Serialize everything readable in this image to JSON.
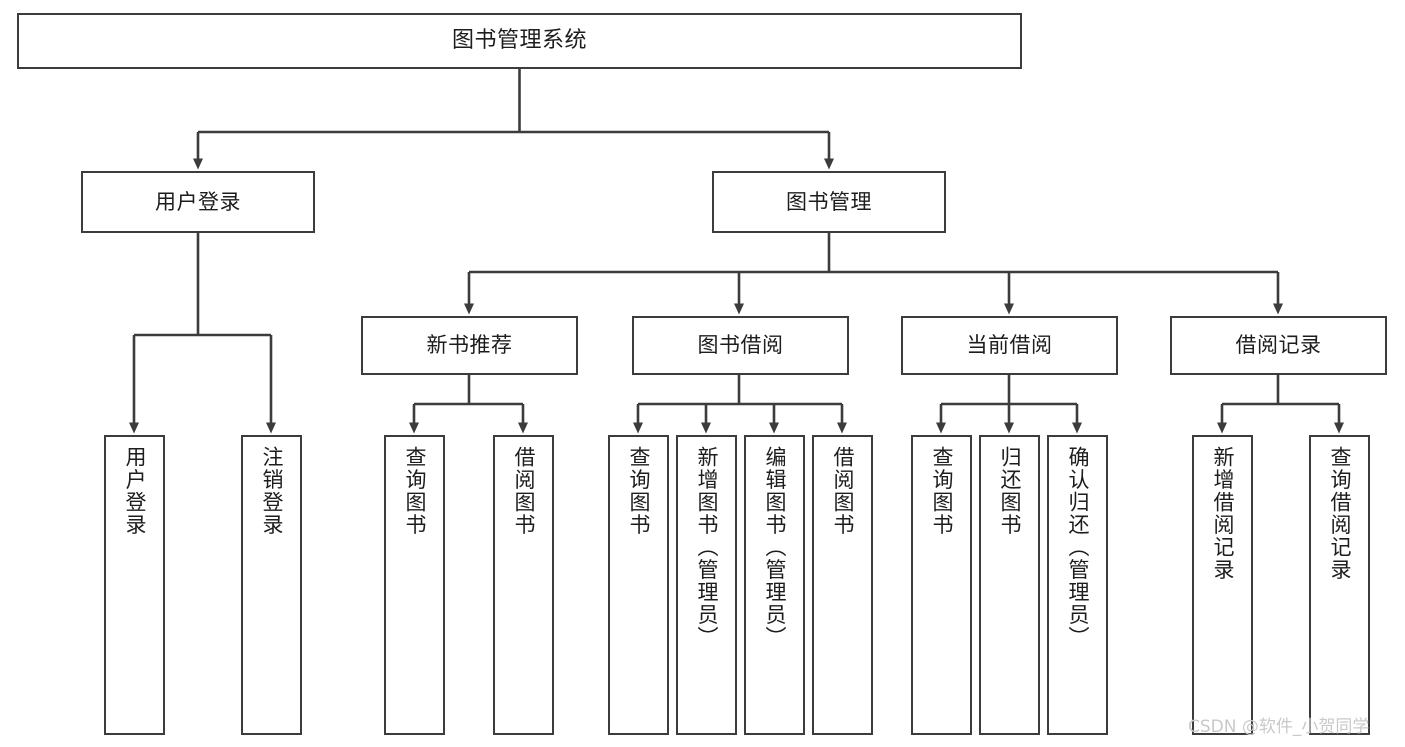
{
  "diagram": {
    "title": "图书管理系统",
    "type": "hierarchy-tree",
    "background_color": "#ffffff",
    "line_color": "#3c3c3c",
    "text_color": "#1d1d1d"
  },
  "nodes": {
    "root": {
      "label": "图书管理系统"
    },
    "level2": [
      {
        "label": "用户登录"
      },
      {
        "label": "图书管理"
      }
    ],
    "level3": [
      {
        "label": "新书推荐"
      },
      {
        "label": "图书借阅"
      },
      {
        "label": "当前借阅"
      },
      {
        "label": "借阅记录"
      }
    ],
    "leaves": {
      "user_login": [
        {
          "label": "用户登录"
        },
        {
          "label": "注销登录"
        }
      ],
      "new_book_recommend": [
        {
          "label": "查询图书"
        },
        {
          "label": "借阅图书"
        }
      ],
      "book_borrow": [
        {
          "label": "查询图书"
        },
        {
          "label": "新增图书（管理员）"
        },
        {
          "label": "编辑图书（管理员）"
        },
        {
          "label": "借阅图书"
        }
      ],
      "current_borrow": [
        {
          "label": "查询图书"
        },
        {
          "label": "归还图书"
        },
        {
          "label": "确认归还（管理员）"
        }
      ],
      "borrow_record": [
        {
          "label": "新增借阅记录"
        },
        {
          "label": "查询借阅记录"
        }
      ]
    }
  },
  "watermark": {
    "text": "CSDN @软件_小贺同学"
  }
}
